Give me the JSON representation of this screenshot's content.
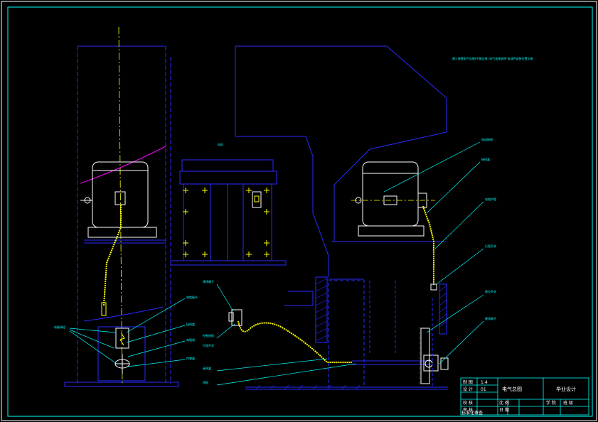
{
  "drawing": {
    "note_text": "图1 装置电气总图(不按比例) 电气连接说明 各部件安装位置示意",
    "small_mark": "电机"
  },
  "title_block": {
    "title": "电气总图",
    "subtitle": "毕业设计",
    "rows": [
      {
        "c1": "制 图",
        "c2": "1:4"
      },
      {
        "c1": "设 计",
        "c2": "01"
      },
      {
        "c1": "校 核",
        "c2": ""
      },
      {
        "c1": "审 核",
        "c2": "比 例"
      },
      {
        "c1": "标准化审查",
        "c2": "日 期"
      }
    ],
    "extra_1": "学 院",
    "extra_2": "班 级"
  },
  "callouts_left": [
    {
      "id": "l1",
      "text": "电缆接头"
    },
    {
      "id": "l2",
      "text": "接线盒"
    },
    {
      "id": "l3",
      "text": "电磁阀"
    },
    {
      "id": "l4",
      "text": "传感器"
    }
  ],
  "callouts_mid": [
    {
      "id": "m1",
      "text": "接线端子"
    },
    {
      "id": "m2",
      "text": "控制线缆"
    },
    {
      "id": "m3",
      "text": "行程开关"
    },
    {
      "id": "m4",
      "text": "接线盒"
    },
    {
      "id": "m5",
      "text": "线缆"
    }
  ],
  "callouts_right": [
    {
      "id": "r1",
      "text": "电机接线"
    },
    {
      "id": "r2",
      "text": "接线盒"
    },
    {
      "id": "r3",
      "text": "电缆护管"
    },
    {
      "id": "r4",
      "text": "行程开关"
    },
    {
      "id": "r5",
      "text": "限位开关"
    },
    {
      "id": "r6",
      "text": "接线端子"
    }
  ],
  "left_group_label": "电磁阀组",
  "colors": {
    "frame": "#ffffff",
    "border": "#00ffff",
    "structure": "#2a2aff",
    "machine": "#ffffff",
    "centerline": "#ffff00",
    "leader": "#00ffff",
    "curve": "#ff00ff"
  }
}
